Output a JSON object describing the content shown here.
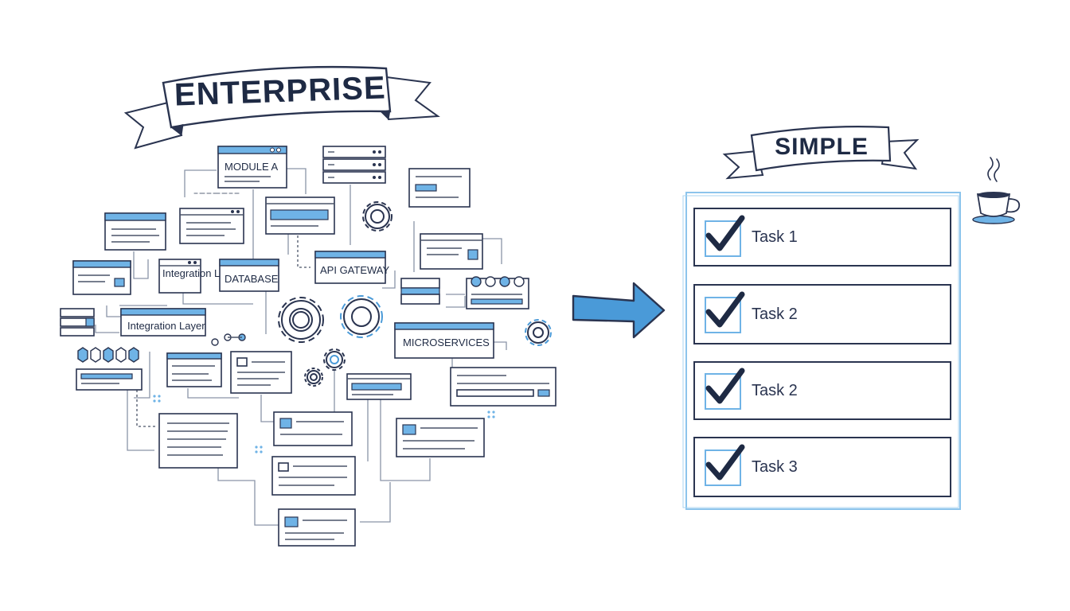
{
  "enterprise_banner": {
    "title": "ENTERPRISE"
  },
  "simple_banner": {
    "title": "SIMPLE"
  },
  "modules": {
    "module_a": "MODULE A",
    "integration_small": "Integration Layer",
    "database": "DATABASE",
    "api_gateway": "API GATEWAY",
    "integration_layer": "Integration Layer",
    "microservices": "MICROSERVICES"
  },
  "tasks": [
    {
      "label": "Task 1",
      "checked": true
    },
    {
      "label": "Task 2",
      "checked": true
    },
    {
      "label": "Task 2",
      "checked": true
    },
    {
      "label": "Task 3",
      "checked": true
    }
  ],
  "colors": {
    "ink": "#2a3450",
    "accent_blue": "#6fb3e6",
    "arrow_blue": "#4a9ad8",
    "panel_border": "#8cc4ec"
  },
  "icons": {
    "arrow": "arrow-right-icon",
    "coffee": "coffee-cup-icon",
    "gear": "gear-icon",
    "check": "checkmark-icon"
  }
}
